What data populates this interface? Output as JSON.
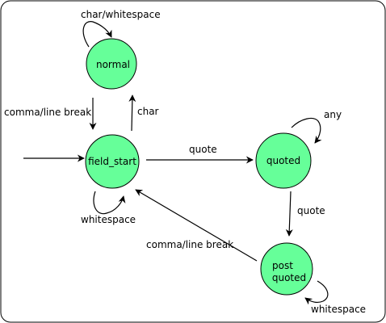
{
  "colors": {
    "state_fill": "#66ff99",
    "stroke": "#000000",
    "background": "#ffffff"
  },
  "states": {
    "normal": "normal",
    "field_start": "field_start",
    "quoted": "quoted",
    "post_quoted_line1": "post",
    "post_quoted_line2": "quoted"
  },
  "transitions": {
    "normal_self": "char/whitespace",
    "normal_to_field_start": "comma/line break",
    "field_start_to_normal": "char",
    "field_start_to_quoted": "quote",
    "field_start_self": "whitespace",
    "quoted_self": "any",
    "quoted_to_post_quoted": "quote",
    "post_quoted_to_field_start": "comma/line break",
    "post_quoted_self": "whitespace"
  }
}
